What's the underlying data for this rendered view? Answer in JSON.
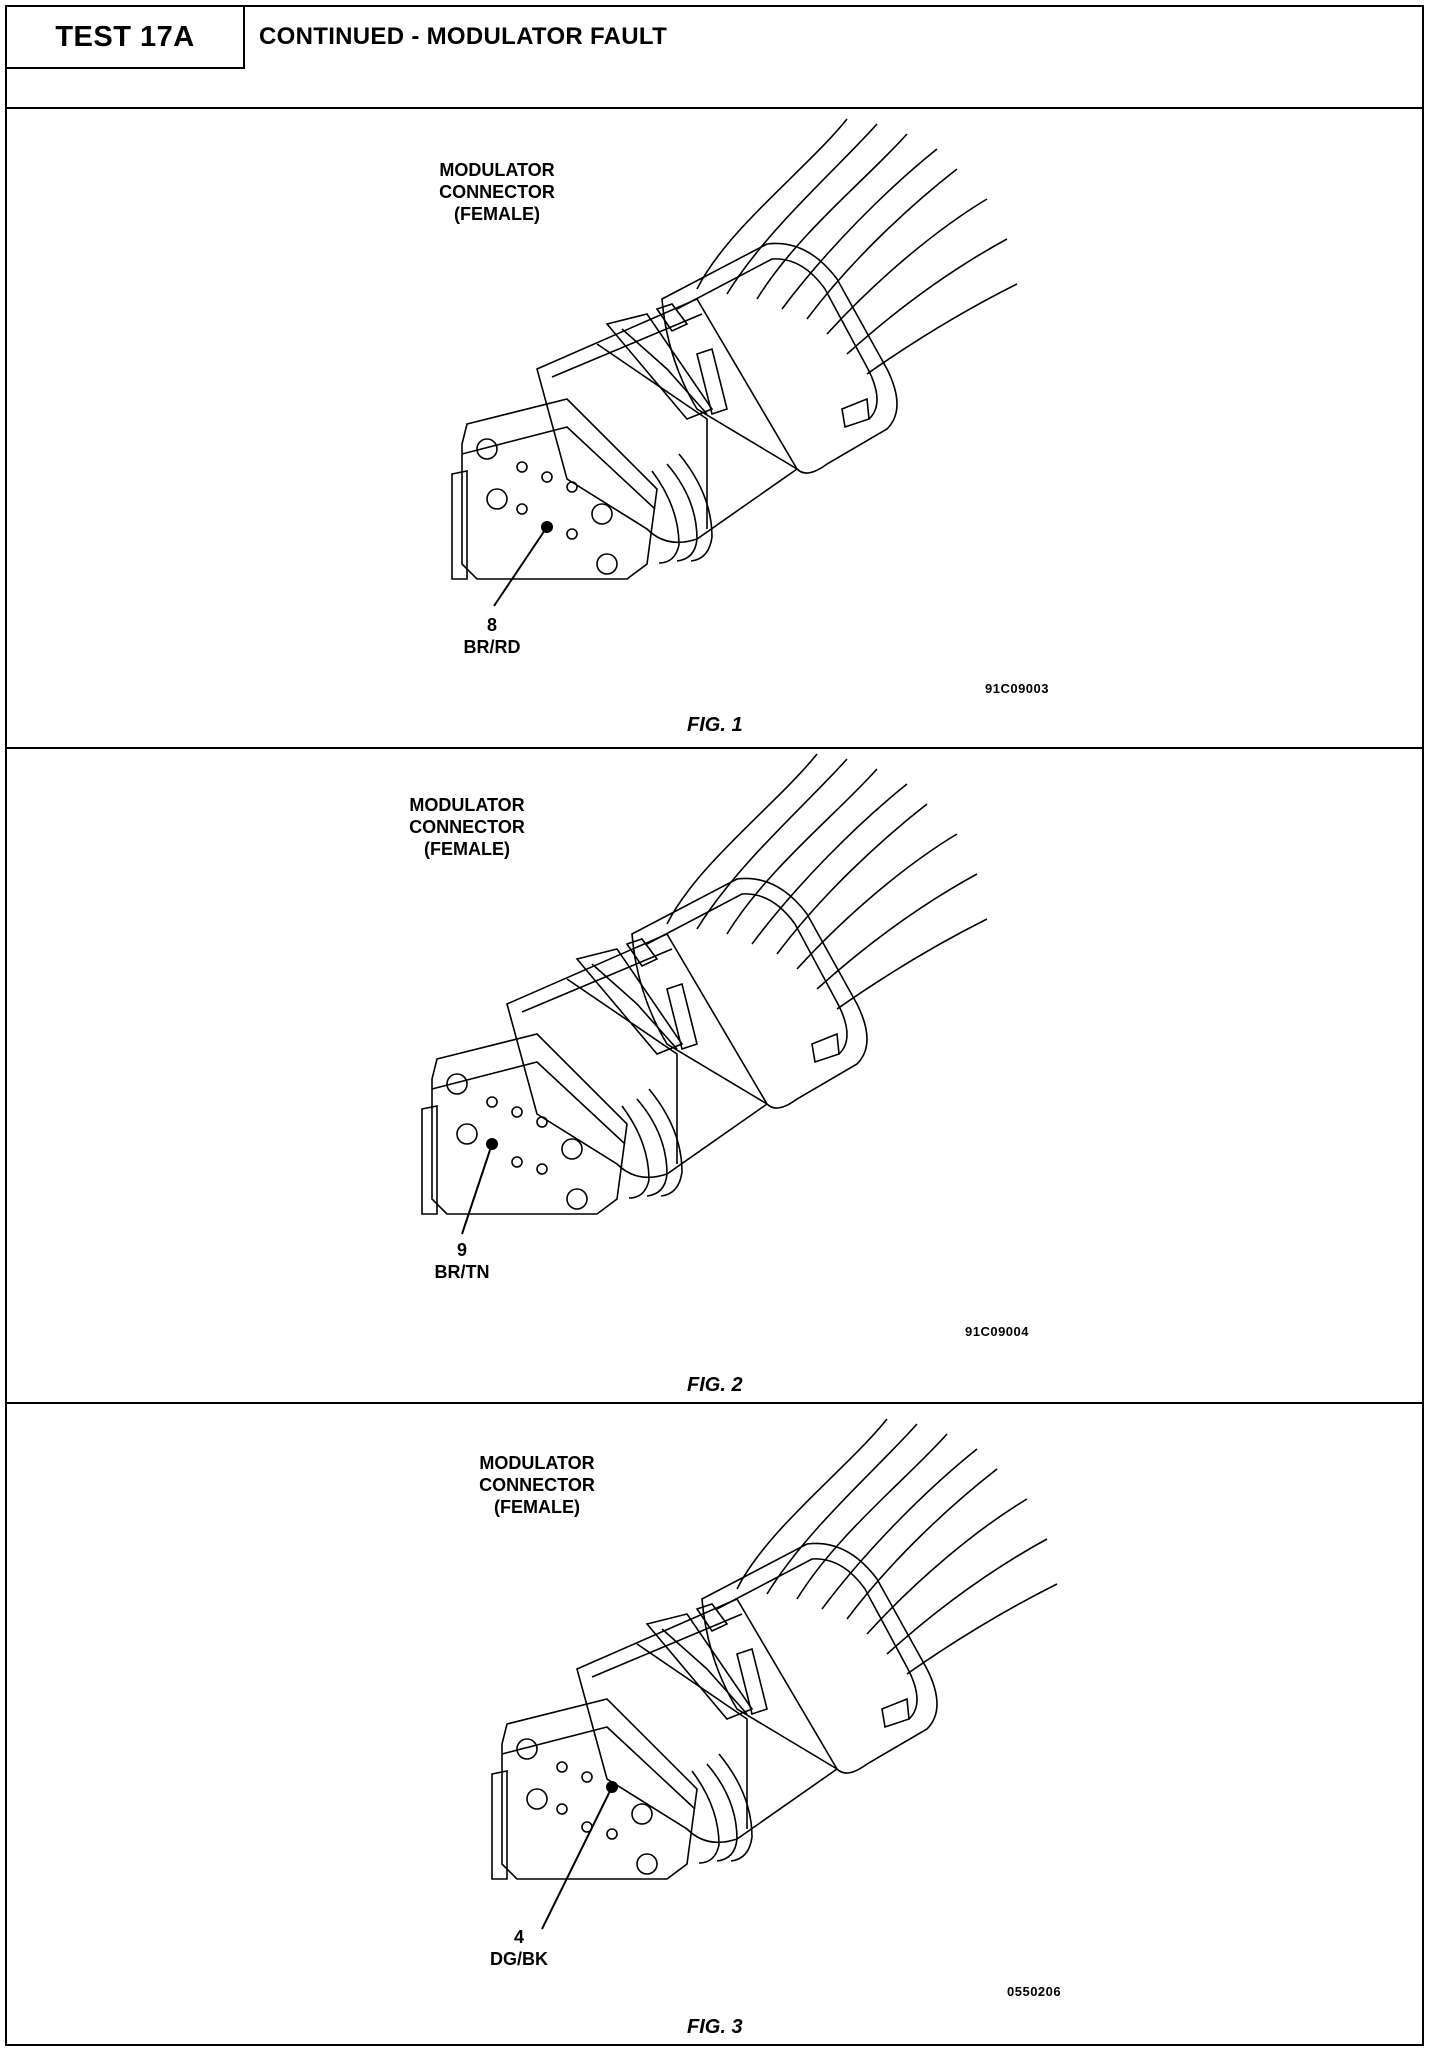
{
  "header": {
    "test_label": "TEST 17A",
    "title": "CONTINUED - MODULATOR FAULT"
  },
  "figures": [
    {
      "label_lines": [
        "MODULATOR",
        "CONNECTOR",
        "(FEMALE)"
      ],
      "pin_number": "8",
      "wire_color": "BR/RD",
      "code": "91C09003",
      "caption": "FIG. 1"
    },
    {
      "label_lines": [
        "MODULATOR",
        "CONNECTOR",
        "(FEMALE)"
      ],
      "pin_number": "9",
      "wire_color": "BR/TN",
      "code": "91C09004",
      "caption": "FIG. 2"
    },
    {
      "label_lines": [
        "MODULATOR",
        "CONNECTOR",
        "(FEMALE)"
      ],
      "pin_number": "4",
      "wire_color": "DG/BK",
      "code": "0550206",
      "caption": "FIG. 3"
    }
  ]
}
